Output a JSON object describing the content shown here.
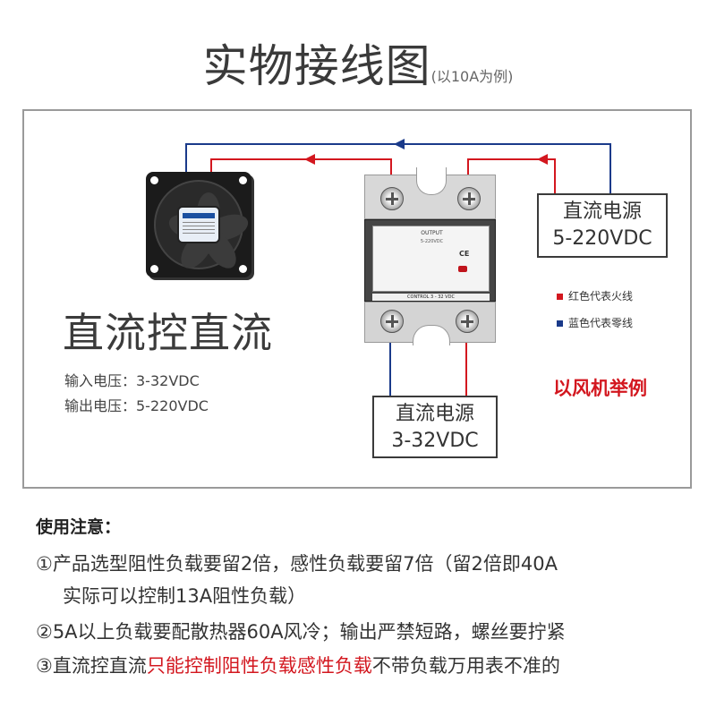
{
  "title": {
    "main": "实物接线图",
    "sub": "(以10A为例)"
  },
  "diagram": {
    "device_label": "直流控直流",
    "input_voltage": "输入电压：3-32VDC",
    "output_voltage": "输出电压：5-220VDC",
    "output_power_box": {
      "line1": "直流电源",
      "line2": "5-220VDC"
    },
    "input_power_box": {
      "line1": "直流电源",
      "line2": "3-32VDC"
    },
    "legend": [
      {
        "text": "红色代表火线",
        "color": "#d3171f"
      },
      {
        "text": "蓝色代表零线",
        "color": "#1a3a8a"
      }
    ],
    "example_note": "以风机举例",
    "relay": {
      "output_text": "OUTPUT",
      "output_voltage": "5-220VDC",
      "control_text": "CONTROL 3 - 32 VDC",
      "ce_mark": "CE"
    },
    "wire_colors": {
      "live": "#d3171f",
      "neutral": "#1a3a8a"
    }
  },
  "notes": {
    "heading": "使用注意：",
    "items": [
      {
        "line1": "①产品选型阻性负载要留2倍，感性负载要留7倍（留2倍即40A",
        "line2": "实际可以控制13A阻性负载）"
      },
      {
        "line1": "②5A以上负载要配散热器60A风冷；输出严禁短路，螺丝要拧紧"
      },
      {
        "prefix": "③直流控直流",
        "highlight": "只能控制阻性负载感性负载",
        "suffix": "不带负载万用表不准的"
      }
    ]
  }
}
